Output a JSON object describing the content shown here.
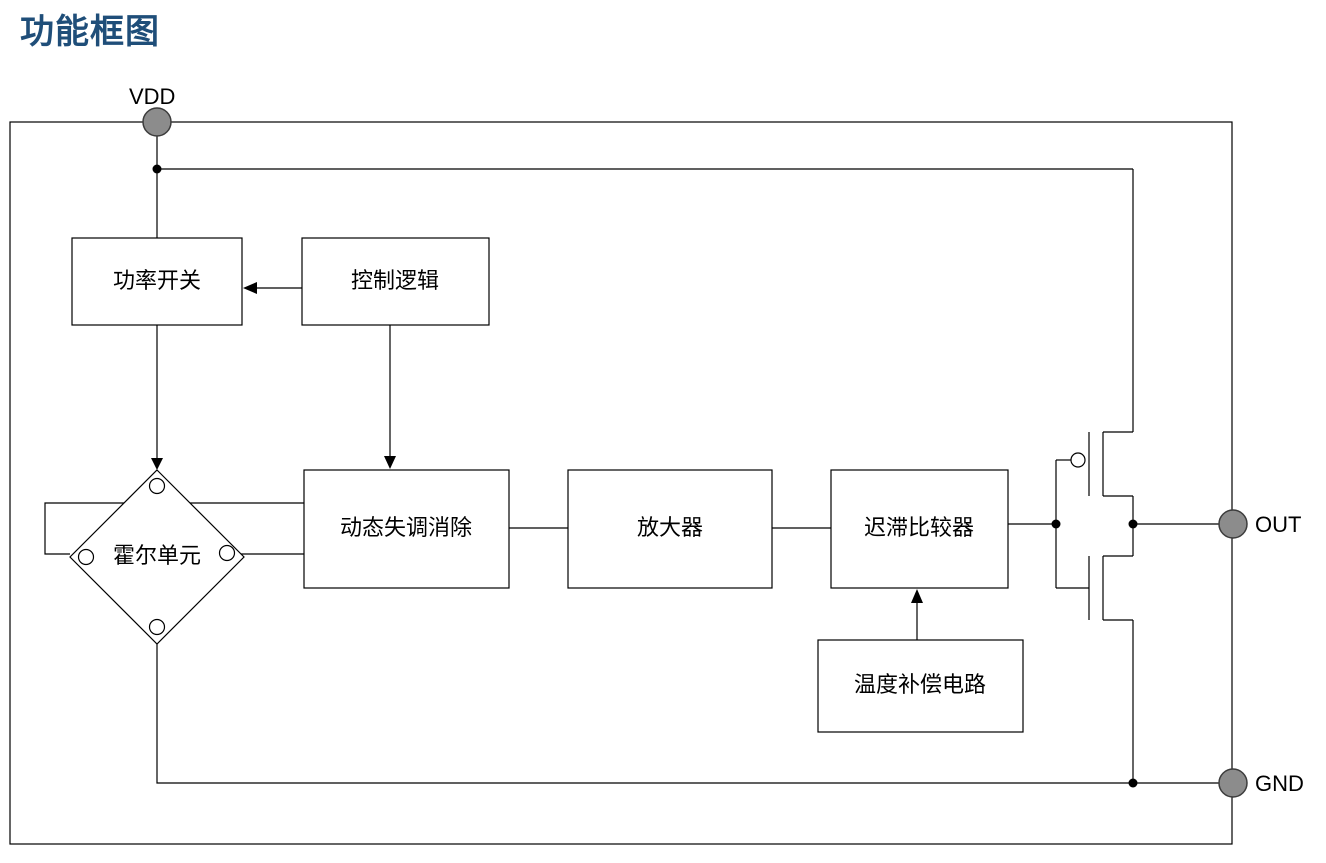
{
  "title": "功能框图",
  "pins": {
    "vdd": "VDD",
    "out": "OUT",
    "gnd": "GND"
  },
  "blocks": {
    "power_switch": "功率开关",
    "control_logic": "控制逻辑",
    "hall_element": "霍尔单元",
    "offset_cancel": "动态失调消除",
    "amplifier": "放大器",
    "hysteresis_comparator": "迟滞比较器",
    "temp_compensation": "温度补偿电路"
  },
  "colors": {
    "title": "#1f4e79",
    "pin_fill": "#8c8c8c"
  }
}
